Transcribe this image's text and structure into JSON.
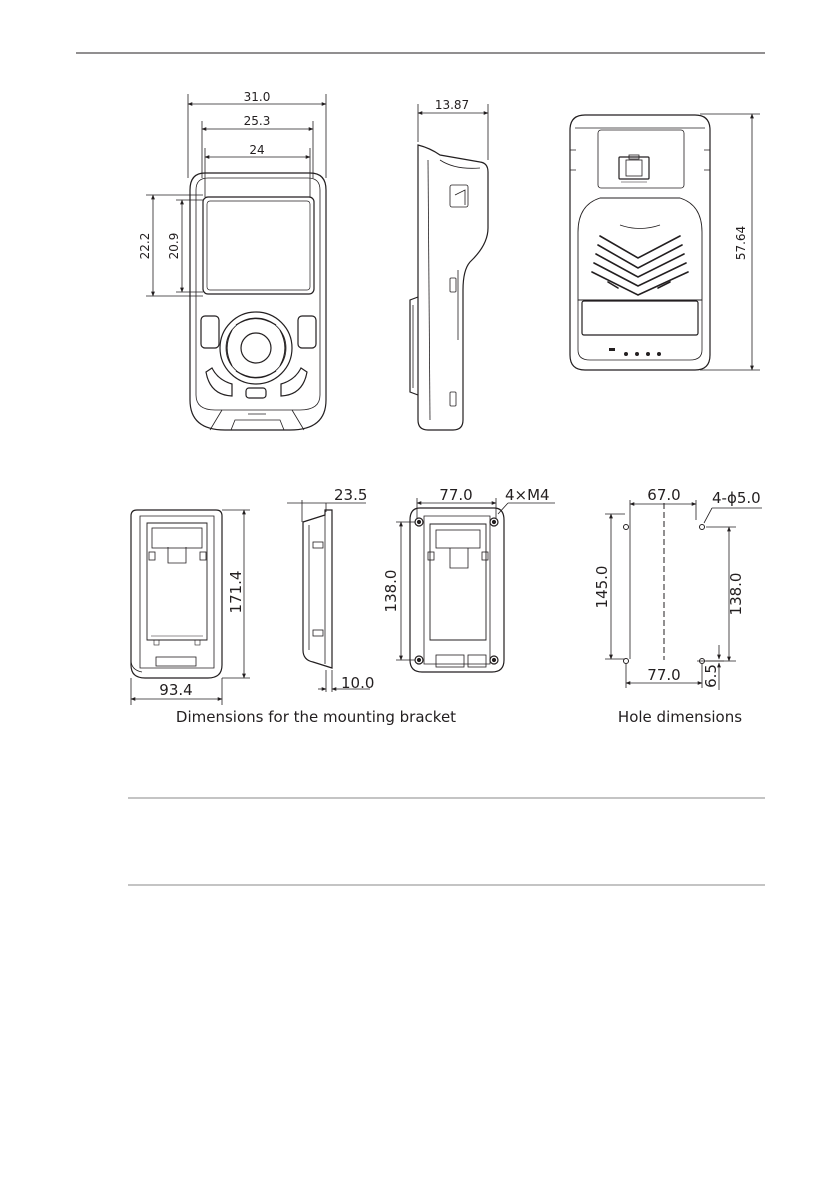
{
  "keypad_dims": {
    "front_width_outer": "31.0",
    "front_width_mid": "25.3",
    "screen_width": "24",
    "screen_height_outer": "22.2",
    "screen_height_inner": "20.9",
    "side_depth": "13.87",
    "back_height": "57.64"
  },
  "bracket_dims": {
    "height": "171.4",
    "width": "93.4",
    "side_depth": "23.5",
    "side_base": "10.0",
    "hole_spacing_w": "77.0",
    "hole_spacing_h": "138.0",
    "screw_note": "4×M4"
  },
  "hole_dims": {
    "top_width": "67.0",
    "hole_note": "4-ϕ5.0",
    "left_height": "145.0",
    "right_height": "138.0",
    "bottom_width": "77.0",
    "offset": "6.5"
  },
  "captions": {
    "bracket": "Dimensions for the mounting bracket",
    "holes": "Hole dimensions"
  }
}
